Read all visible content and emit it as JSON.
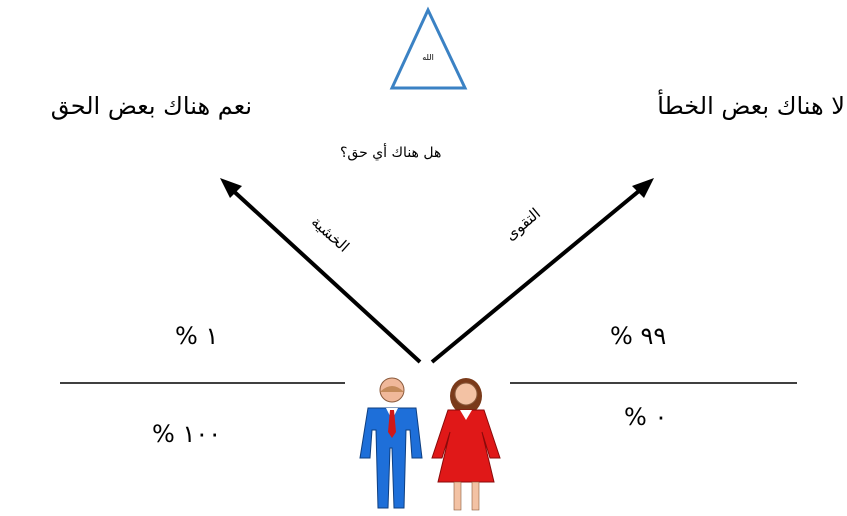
{
  "triangle_label": "الله",
  "left_answer": "نعم هناك بعض الحق",
  "right_answer": "لا هناك بعض الخطأ",
  "question": "هل هناك أي حق؟",
  "left_path_label": "الخشية",
  "right_path_label": "التقوى",
  "left_top_pct": "١ %",
  "left_bottom_pct": "١٠٠ %",
  "right_top_pct": "٩٩ %",
  "right_bottom_pct": "٠ %",
  "icons": {
    "man": "man-figure-icon",
    "woman": "woman-figure-icon",
    "triangle": "triangle-icon"
  },
  "colors": {
    "triangle": "#3b82c4",
    "man": "#1e6fd9",
    "woman": "#e01818",
    "arrow": "#000000"
  }
}
